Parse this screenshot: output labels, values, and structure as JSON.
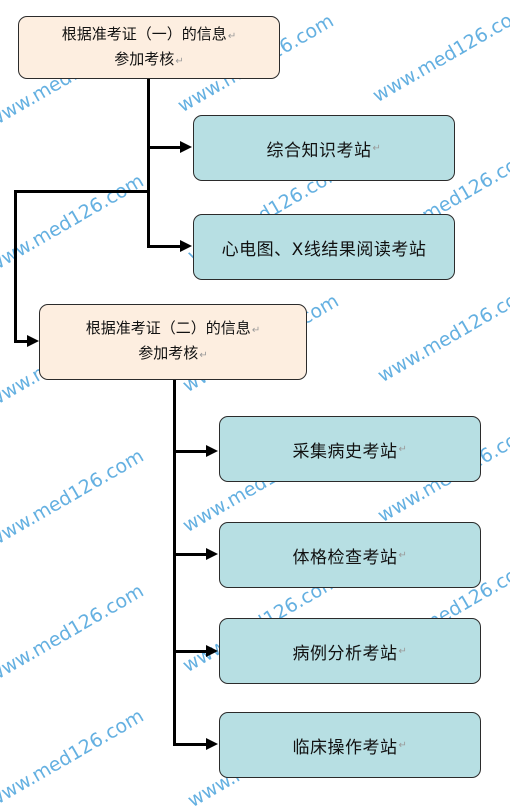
{
  "watermark_text": "www.med126.com",
  "paragraph_mark": "↵",
  "head_boxes": [
    {
      "line1": "根据准考证（一）的信息",
      "line2": "参加考核"
    },
    {
      "line1": "根据准考证（二）的信息",
      "line2": "参加考核"
    }
  ],
  "stations": [
    "综合知识考站",
    "心电图、X线结果阅读考站",
    "采集病史考站",
    "体格检查考站",
    "病例分析考站",
    "临床操作考站"
  ],
  "colors": {
    "head_fill": "#fdeee0",
    "station_fill": "#b7dfe3",
    "watermark": "#4aa3dc",
    "connector": "#000000"
  }
}
